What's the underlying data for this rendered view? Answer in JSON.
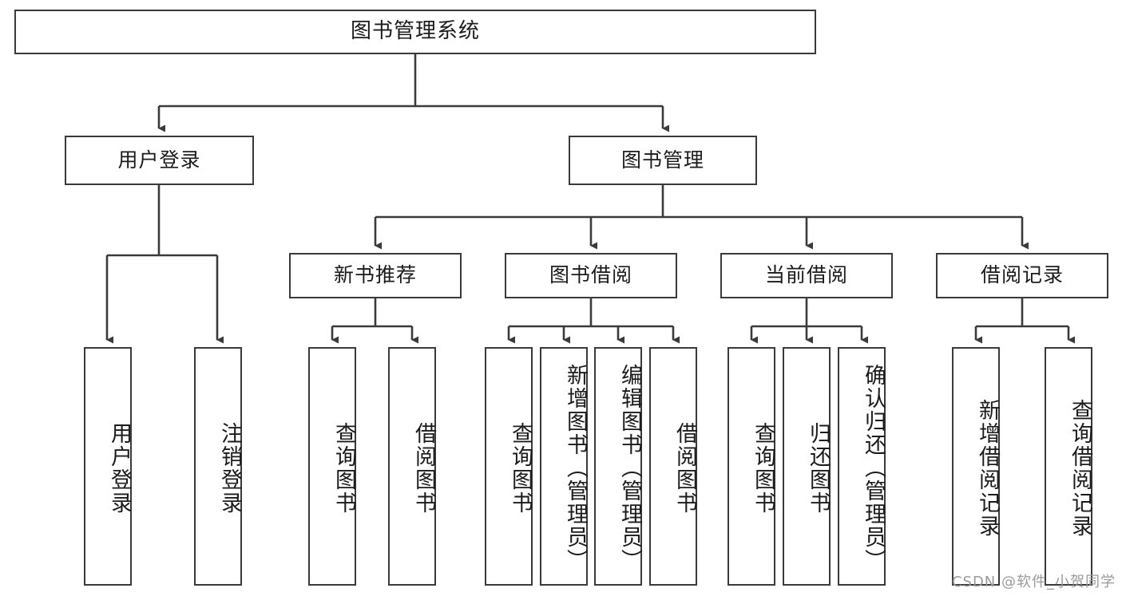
{
  "diagram": {
    "type": "tree",
    "title": "图书管理系统",
    "root": {
      "id": "root",
      "label": "图书管理系统",
      "orientation": "horizontal"
    },
    "level2": [
      {
        "id": "user-login",
        "label": "用户登录",
        "orientation": "horizontal"
      },
      {
        "id": "book-manage",
        "label": "图书管理",
        "orientation": "horizontal"
      }
    ],
    "level3": [
      {
        "id": "new-book-rec",
        "label": "新书推荐",
        "orientation": "horizontal",
        "parent": "book-manage"
      },
      {
        "id": "book-borrow",
        "label": "图书借阅",
        "orientation": "horizontal",
        "parent": "book-manage"
      },
      {
        "id": "current-borrow",
        "label": "当前借阅",
        "orientation": "horizontal",
        "parent": "book-manage"
      },
      {
        "id": "borrow-record",
        "label": "借阅记录",
        "orientation": "horizontal",
        "parent": "book-manage"
      }
    ],
    "leaves": [
      {
        "id": "leaf-user-login",
        "label": "用户登录",
        "orientation": "vertical",
        "parent": "user-login"
      },
      {
        "id": "leaf-logout",
        "label": "注销登录",
        "orientation": "vertical",
        "parent": "user-login"
      },
      {
        "id": "leaf-query-book-1",
        "label": "查询图书",
        "orientation": "vertical",
        "parent": "new-book-rec"
      },
      {
        "id": "leaf-borrow-book-1",
        "label": "借阅图书",
        "orientation": "vertical",
        "parent": "new-book-rec"
      },
      {
        "id": "leaf-query-book-2",
        "label": "查询图书",
        "orientation": "vertical",
        "parent": "book-borrow"
      },
      {
        "id": "leaf-add-book",
        "label": "新增图书（管理员）",
        "orientation": "vertical",
        "parent": "book-borrow"
      },
      {
        "id": "leaf-edit-book",
        "label": "编辑图书（管理员）",
        "orientation": "vertical",
        "parent": "book-borrow"
      },
      {
        "id": "leaf-borrow-book-2",
        "label": "借阅图书",
        "orientation": "vertical",
        "parent": "book-borrow"
      },
      {
        "id": "leaf-query-book-3",
        "label": "查询图书",
        "orientation": "vertical",
        "parent": "current-borrow"
      },
      {
        "id": "leaf-return-book",
        "label": "归还图书",
        "orientation": "vertical",
        "parent": "current-borrow"
      },
      {
        "id": "leaf-confirm-return",
        "label": "确认归还（管理员）",
        "orientation": "vertical",
        "parent": "current-borrow"
      },
      {
        "id": "leaf-add-record",
        "label": "新增借阅记录",
        "orientation": "vertical",
        "parent": "borrow-record"
      },
      {
        "id": "leaf-query-record",
        "label": "查询借阅记录",
        "orientation": "vertical",
        "parent": "borrow-record"
      }
    ],
    "style": {
      "box_border_color": "#3a3a3a",
      "box_fill": "#ffffff",
      "connector_color": "#3a3a3a",
      "text_color": "#1b1b1b",
      "background": "#ffffff"
    }
  },
  "watermark": {
    "text": "CSDN @软件_小贺同学",
    "color": "#9a9a9a"
  }
}
